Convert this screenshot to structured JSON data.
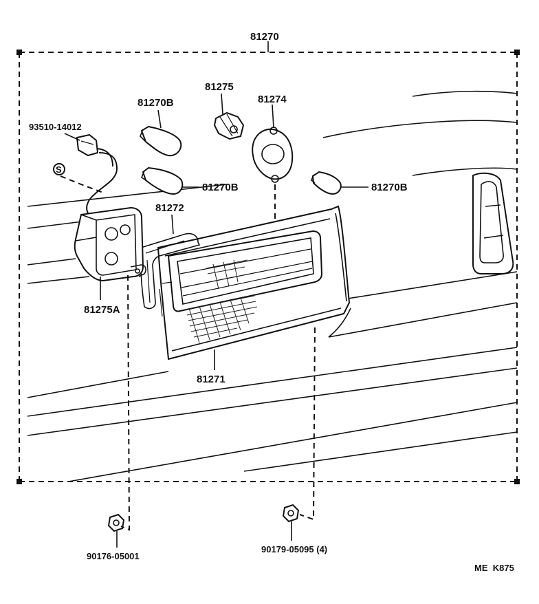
{
  "labels": {
    "assembly": "81270",
    "bulb_upper": "81270B",
    "socket_top": "81275",
    "gasket_small": "81274",
    "harness": "93510-14012",
    "bulb_middle": "81270B",
    "bulb_right": "81270B",
    "gasket_lens": "81272",
    "socket_housing": "81275A",
    "lens": "81271",
    "nut_left": "90176-05001",
    "nut_right": "90179-05095 (4)",
    "drawing_code": "ME  K875",
    "clip_symbol": "S"
  }
}
